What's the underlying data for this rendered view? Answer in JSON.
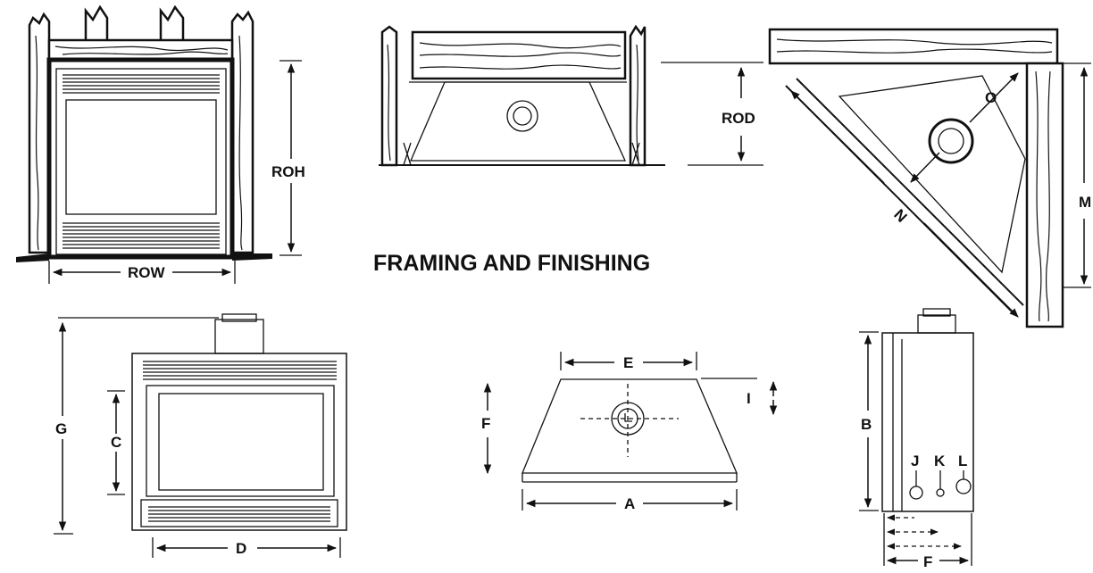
{
  "heading": "FRAMING AND FINISHING",
  "framing_labels": {
    "rough_opening_height": "ROH",
    "rough_opening_width": "ROW",
    "rough_opening_depth": "ROD",
    "corner_diagonal": "N",
    "corner_vent_offset": "O",
    "corner_wall_length": "M"
  },
  "unit_labels": {
    "overall_height": "G",
    "glass_height": "C",
    "overall_width": "D",
    "top_width": "E",
    "depth": "F",
    "vent_offset": "I",
    "back_width": "A",
    "side_height": "B",
    "side_depth": "F",
    "connection_j": "J",
    "connection_k": "K",
    "connection_l": "L"
  }
}
